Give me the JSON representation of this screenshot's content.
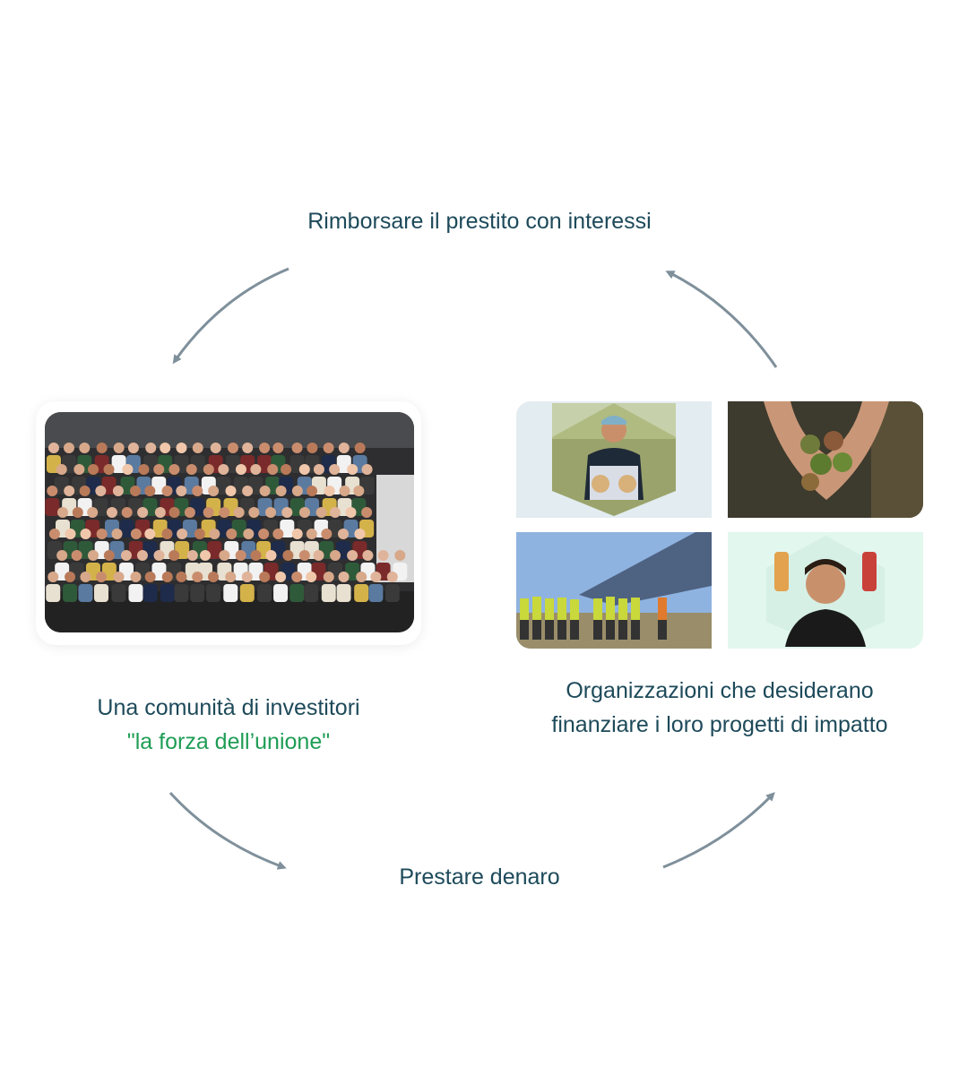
{
  "steps": {
    "top": "Rimborsare il prestito con interessi",
    "bottom": "Prestare denaro"
  },
  "community": {
    "line1": "Una comunità di investitori",
    "line2": "\"la forza dell’unione\"",
    "photo_icon": "group-photo"
  },
  "organizations": {
    "line1": "Organizzazioni che desiderano",
    "line2": "finanziare i loro progetti di impatto",
    "tiles": [
      {
        "icon": "farmer-photo"
      },
      {
        "icon": "hands-holding-fruit-photo"
      },
      {
        "icon": "solar-panel-workers-photo"
      },
      {
        "icon": "man-with-bottles-photo"
      }
    ]
  },
  "colors": {
    "text": "#1d4a5a",
    "accent": "#1f9d55",
    "arrow": "#7f909b"
  }
}
